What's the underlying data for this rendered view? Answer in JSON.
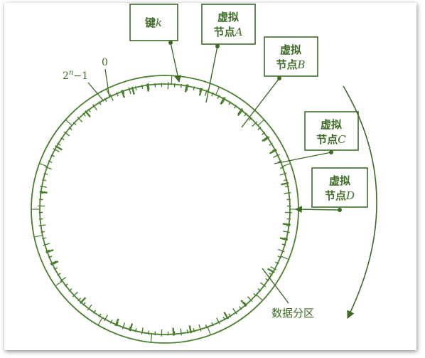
{
  "colors": {
    "primary": "#3d6b26",
    "ring_stroke": "#4a7f2f",
    "box_stroke": "#3d6b26",
    "background": "#ffffff"
  },
  "labels": {
    "key": {
      "text": "键",
      "var": "k"
    },
    "node_a": {
      "line1": "虚拟",
      "line2": "节点",
      "var": "A"
    },
    "node_b": {
      "line1": "虚拟",
      "line2": "节点",
      "var": "B"
    },
    "node_c": {
      "line1": "虚拟",
      "line2": "节点",
      "var": "C"
    },
    "node_d": {
      "line1": "虚拟",
      "line2": "节点",
      "var": "D"
    },
    "zero": "0",
    "max_base": "2",
    "max_exp": "n",
    "max_suffix": "−1",
    "partition": "数据分区"
  }
}
